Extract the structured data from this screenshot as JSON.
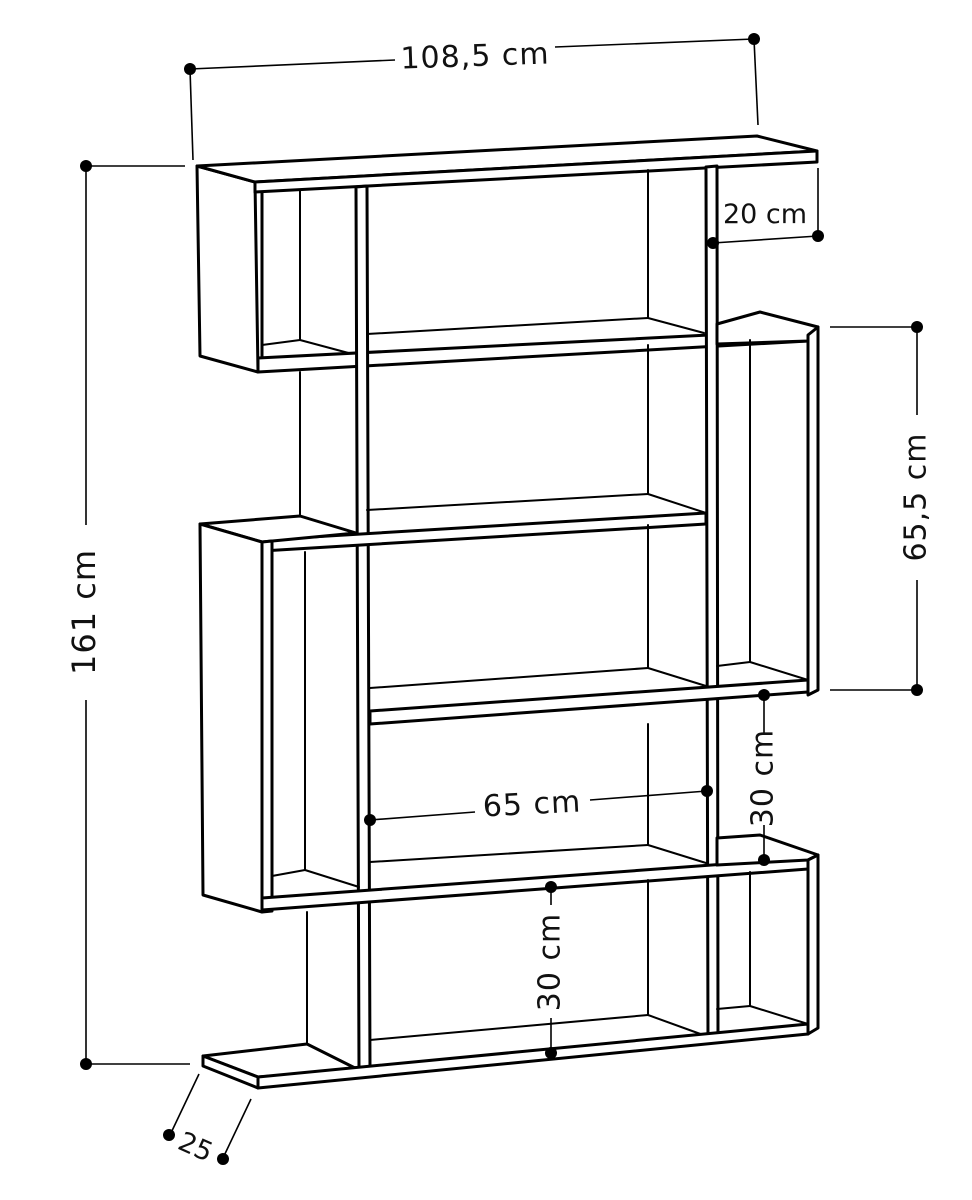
{
  "diagram": {
    "subject": "Zig-zag bookshelf technical drawing",
    "background": "#ffffff",
    "line_color": "#000000",
    "dimensions": {
      "total_width": {
        "label": "108,5 cm",
        "value": 108.5,
        "unit": "cm"
      },
      "total_height": {
        "label": "161 cm",
        "value": 161,
        "unit": "cm"
      },
      "offset_depth": {
        "label": "20 cm",
        "value": 20,
        "unit": "cm"
      },
      "section_height": {
        "label": "65,5 cm",
        "value": 65.5,
        "unit": "cm"
      },
      "inner_width": {
        "label": "65 cm",
        "value": 65,
        "unit": "cm"
      },
      "compartment_height_right": {
        "label": "30 cm",
        "value": 30,
        "unit": "cm"
      },
      "compartment_height_bottom": {
        "label": "30 cm",
        "value": 30,
        "unit": "cm"
      },
      "depth": {
        "label": "25",
        "value": 25,
        "unit": "cm"
      }
    }
  }
}
